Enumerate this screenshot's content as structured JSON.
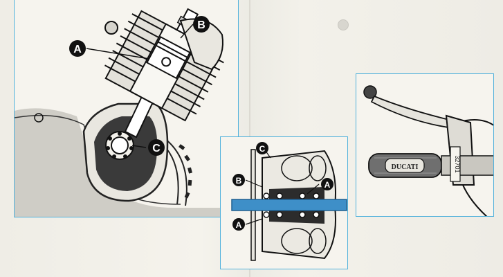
{
  "accent_color": "#4fb1dc",
  "engine_panel": {
    "callouts": {
      "a": "A",
      "b": "B",
      "c": "C"
    }
  },
  "hub_panel": {
    "callouts": {
      "c": "C",
      "b": "B",
      "a_right": "A",
      "a_left": "A"
    }
  },
  "handlebar_panel": {
    "grip_brand": "DUCATI",
    "lever_number": "32701"
  }
}
